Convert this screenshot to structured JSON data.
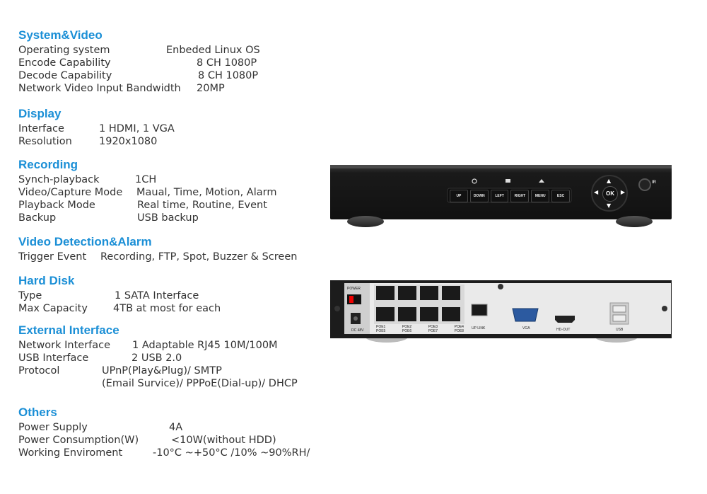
{
  "sections": [
    {
      "title": "System&Video",
      "rows": [
        {
          "label": "Operating system",
          "value": "Enbeded Linux OS"
        },
        {
          "label": "Encode Capability",
          "value": "8 CH 1080P"
        },
        {
          "label": "Decode Capability",
          "value": "8 CH 1080P"
        },
        {
          "label": "Network Video Input Bandwidth",
          "value": "20MP"
        }
      ]
    },
    {
      "title": "Display",
      "rows": [
        {
          "label": "Interface",
          "value": "1 HDMI, 1 VGA"
        },
        {
          "label": "Resolution",
          "value": "1920x1080"
        }
      ]
    },
    {
      "title": "Recording",
      "rows": [
        {
          "label": "Synch-playback",
          "value": "1CH"
        },
        {
          "label": "Video/Capture Mode",
          "value": "Maual, Time, Motion, Alarm"
        },
        {
          "label": "Playback Mode",
          "value": "Real time, Routine, Event"
        },
        {
          "label": "Backup",
          "value": "USB backup"
        }
      ]
    },
    {
      "title": "Video Detection&Alarm",
      "rows": [
        {
          "label": "Trigger Event",
          "value": "Recording, FTP, Spot, Buzzer & Screen"
        }
      ]
    },
    {
      "title": "Hard Disk",
      "rows": [
        {
          "label": "Type",
          "value": "1 SATA  Interface"
        },
        {
          "label": "Max Capacity",
          "value": "4TB at most for each"
        }
      ]
    },
    {
      "title": "External Interface",
      "rows": [
        {
          "label": "Network Interface",
          "value": "1 Adaptable RJ45 10M/100M"
        },
        {
          "label": "USB Interface",
          "value": "2 USB 2.0"
        },
        {
          "label": "Protocol",
          "value": "UPnP(Play&Plug)/ SMTP"
        },
        {
          "label": "",
          "value": "(Email Survice)/ PPPoE(Dial-up)/ DHCP"
        }
      ]
    },
    {
      "title": "Others",
      "rows": [
        {
          "label": "Power Supply",
          "value": "4A"
        },
        {
          "label": "Power Consumption(W)",
          "value": "<10W(without HDD)"
        },
        {
          "label": "Working Enviroment",
          "value": "-10°C ~+50°C /10% ~90%RH/"
        }
      ]
    }
  ],
  "front_panel": {
    "buttons": [
      "UP",
      "DOWN",
      "LEFT",
      "RIGHT",
      "MENU",
      "ESC"
    ],
    "ok_label": "OK",
    "ir_label": "IR"
  },
  "rear_panel": {
    "power_label": "POWER",
    "dc_label": "DC 48V",
    "poe_top": [
      "POE1",
      "POE2",
      "POE3",
      "POE4"
    ],
    "poe_bottom": [
      "POE5",
      "POE6",
      "POE7",
      "POE8"
    ],
    "uplink_label": "UP LINK",
    "vga_label": "VGA",
    "hdmi_label": "HD-OUT",
    "usb_label": "USB"
  },
  "colors": {
    "heading": "#1b8fd6",
    "text": "#333333",
    "device": "#1c1c1c"
  }
}
